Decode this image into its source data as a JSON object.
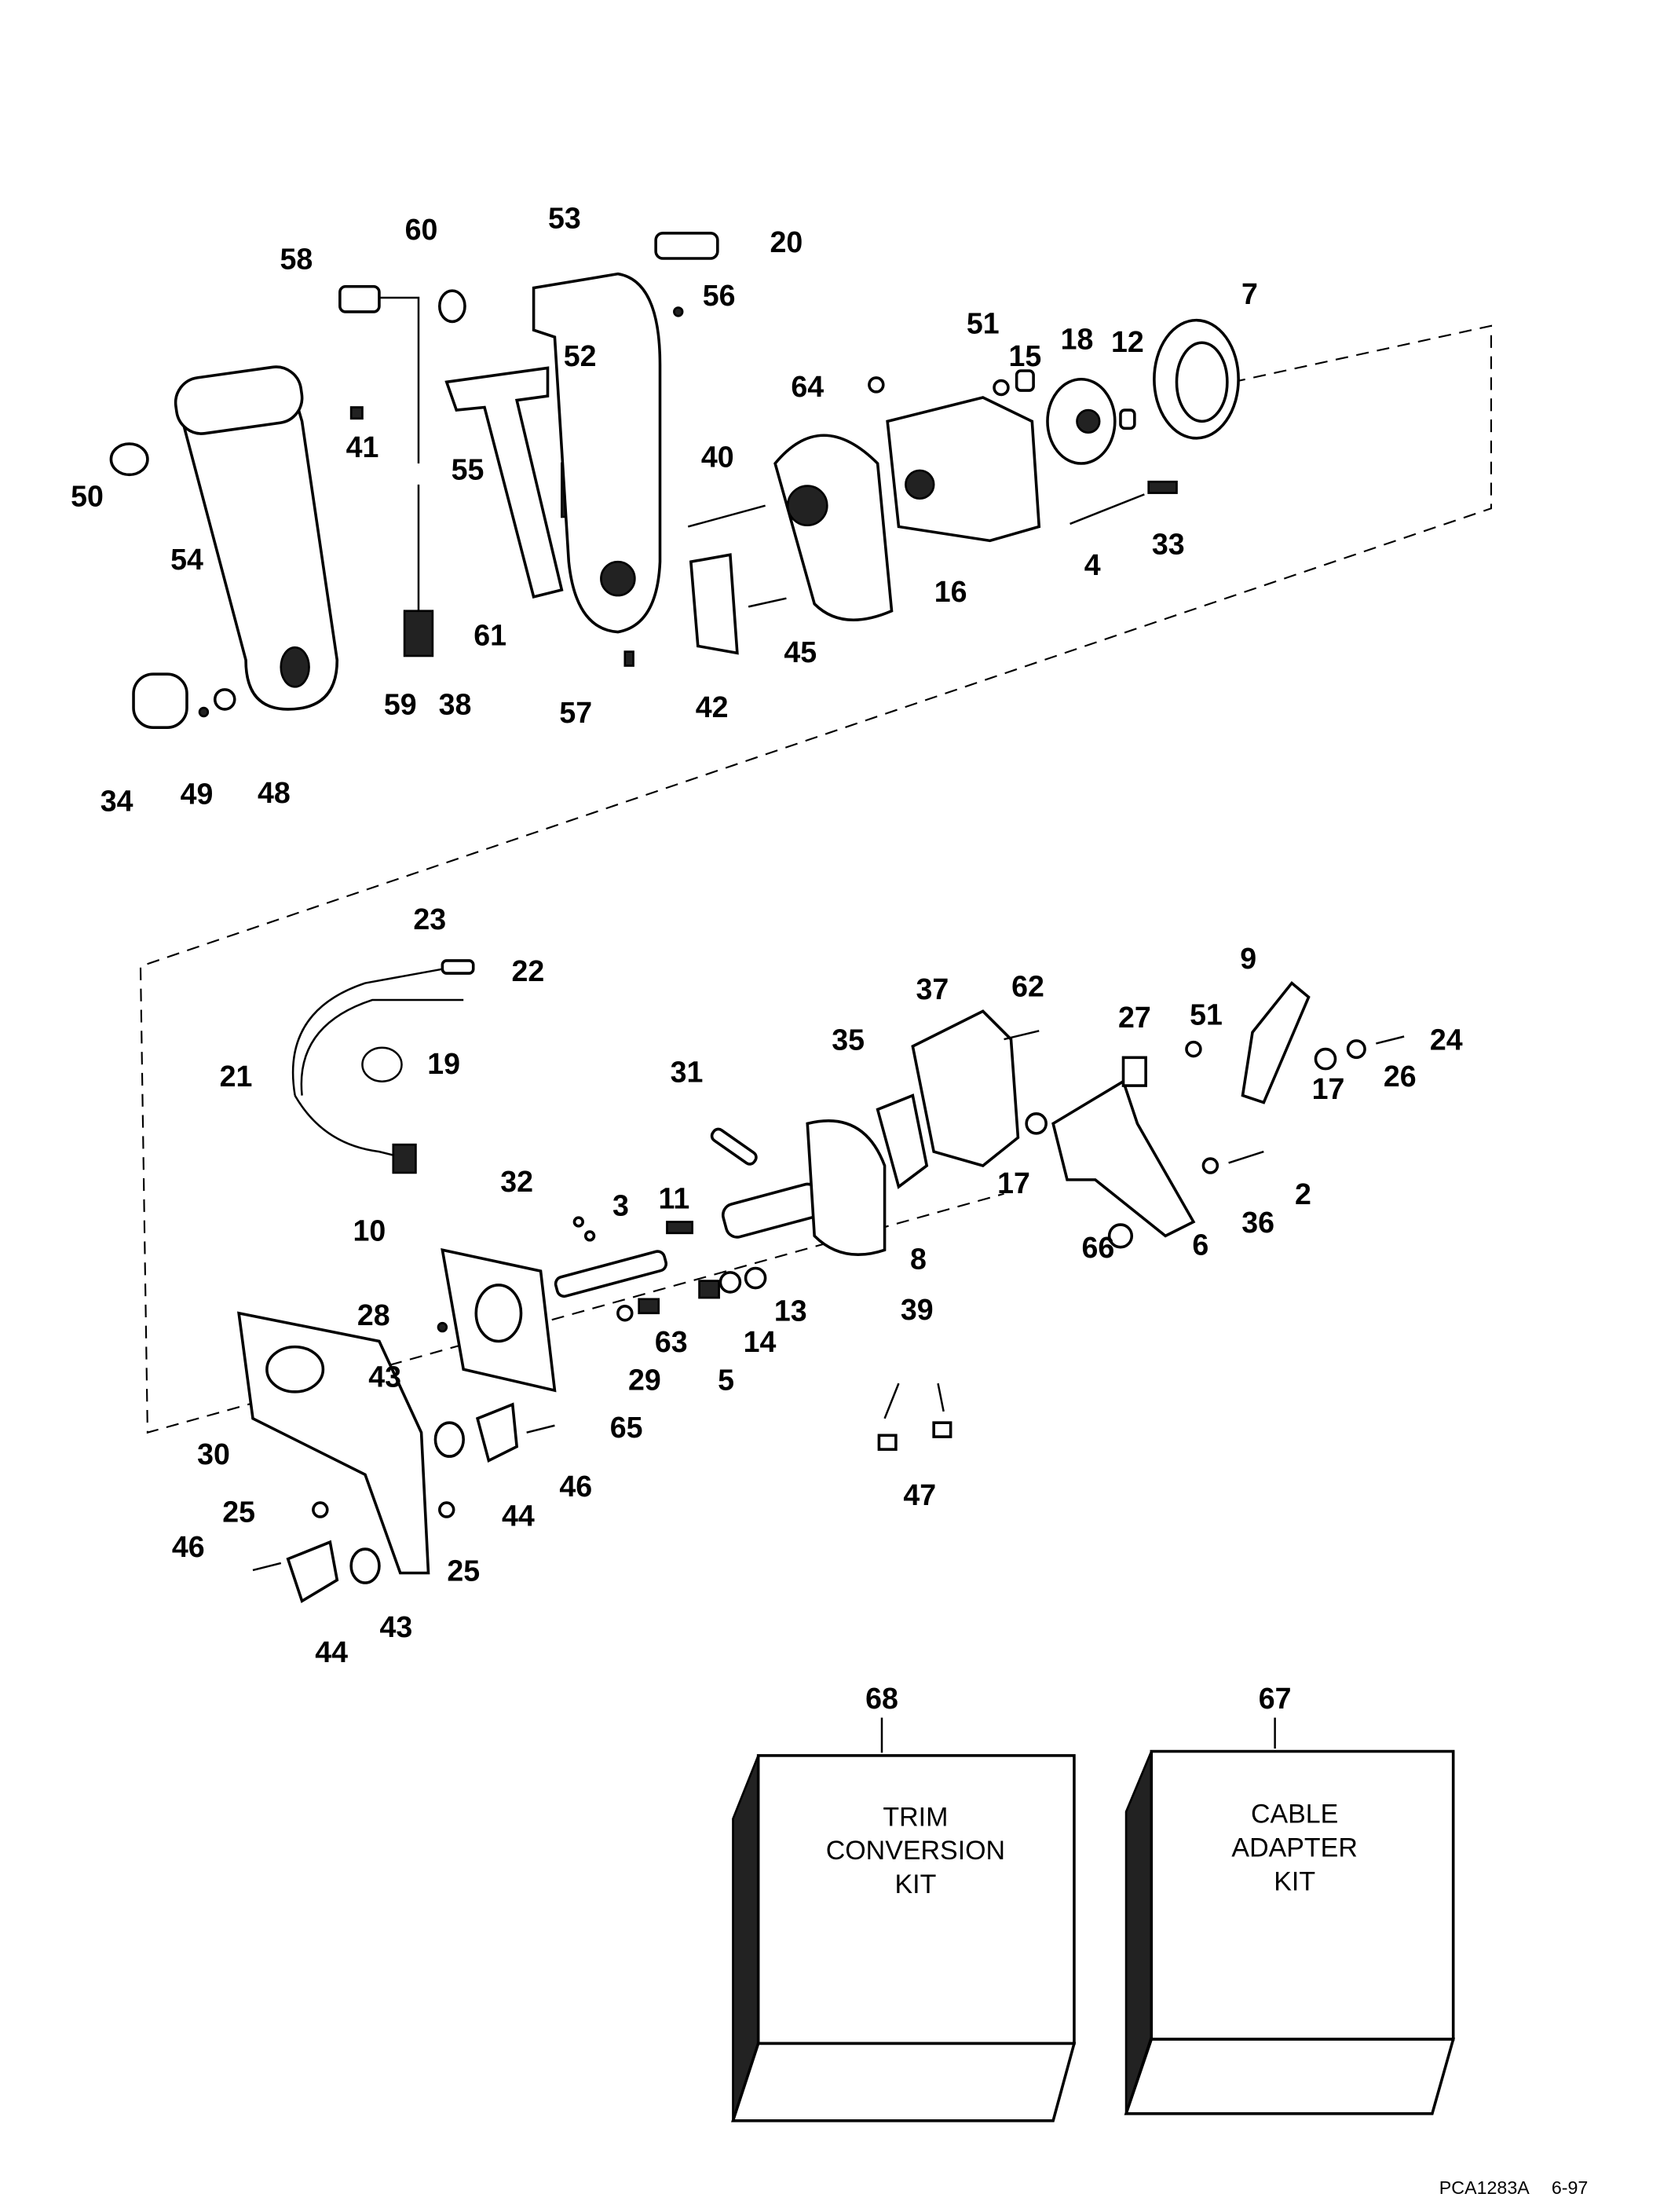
{
  "diagram": {
    "top_callouts": [
      "60",
      "53",
      "20",
      "58",
      "56",
      "51",
      "7",
      "52",
      "15",
      "18",
      "12",
      "64",
      "41",
      "50",
      "40",
      "55",
      "54",
      "33",
      "4",
      "16",
      "45",
      "61",
      "59",
      "38",
      "57",
      "42",
      "34",
      "49",
      "48"
    ],
    "bottom_callouts": [
      "23",
      "22",
      "21",
      "19",
      "37",
      "62",
      "9",
      "27",
      "51",
      "24",
      "17",
      "26",
      "35",
      "31",
      "17",
      "2",
      "36",
      "32",
      "3",
      "11",
      "66",
      "6",
      "8",
      "10",
      "13",
      "39",
      "14",
      "63",
      "5",
      "29",
      "28",
      "43",
      "65",
      "46",
      "30",
      "44",
      "47",
      "25",
      "25",
      "46",
      "43",
      "44"
    ],
    "kits": [
      {
        "number": "68",
        "lines": [
          "TRIM",
          "CONVERSION",
          "KIT"
        ]
      },
      {
        "number": "67",
        "lines": [
          "CABLE",
          "ADAPTER",
          "KIT"
        ]
      }
    ],
    "footer": {
      "code": "PCA1283A",
      "date": "6-97"
    }
  }
}
